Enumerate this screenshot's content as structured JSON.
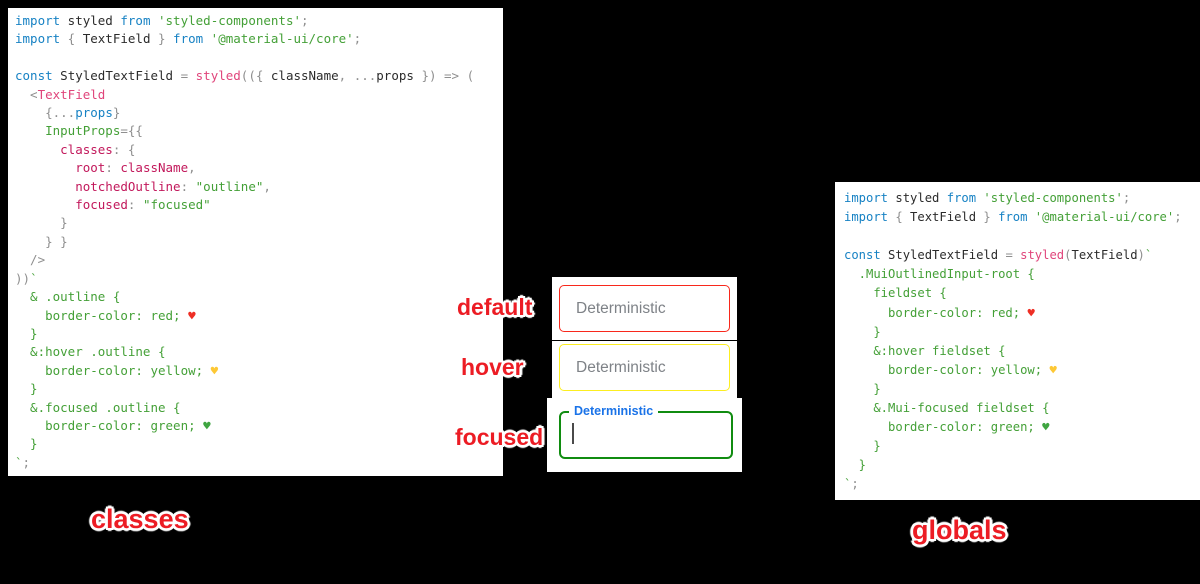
{
  "colors": {
    "background": "#000000",
    "panel_background": "#ffffff",
    "label_red": "#ec1c24",
    "syntax": {
      "k": "#1782c4",
      "s": "#44a037",
      "f": "#e0457b",
      "m": "#c2185b",
      "d": "#2b2b2b",
      "g": "#8f8f8f",
      "hr": "#ee2e24",
      "hy": "#fdc835",
      "hg": "#3fa541"
    }
  },
  "left_panel": {
    "lines": [
      [
        [
          "import",
          "k"
        ],
        [
          " styled ",
          "d"
        ],
        [
          "from",
          "k"
        ],
        [
          " 'styled-components'",
          "s"
        ],
        [
          ";",
          "g"
        ]
      ],
      [
        [
          "import",
          "k"
        ],
        [
          " { ",
          "g"
        ],
        [
          "TextField",
          "d"
        ],
        [
          " } ",
          "g"
        ],
        [
          "from",
          "k"
        ],
        [
          " '@material-ui/core'",
          "s"
        ],
        [
          ";",
          "g"
        ]
      ],
      [],
      [
        [
          "const",
          "k"
        ],
        [
          " StyledTextField ",
          "d"
        ],
        [
          "= ",
          "g"
        ],
        [
          "styled",
          "f"
        ],
        [
          "(({ ",
          "g"
        ],
        [
          "className",
          "d"
        ],
        [
          ", ...",
          "g"
        ],
        [
          "props",
          "d"
        ],
        [
          " }) => (",
          "g"
        ]
      ],
      [
        [
          "  <",
          "g"
        ],
        [
          "TextField",
          "f"
        ]
      ],
      [
        [
          "    {...",
          "g"
        ],
        [
          "props",
          "k"
        ],
        [
          "}",
          "g"
        ]
      ],
      [
        [
          "    InputProps",
          "s"
        ],
        [
          "={{",
          "g"
        ]
      ],
      [
        [
          "      classes",
          "m"
        ],
        [
          ": {",
          "g"
        ]
      ],
      [
        [
          "        root",
          "m"
        ],
        [
          ": ",
          "g"
        ],
        [
          "className",
          "m"
        ],
        [
          ",",
          "g"
        ]
      ],
      [
        [
          "        notchedOutline",
          "m"
        ],
        [
          ": ",
          "g"
        ],
        [
          "\"outline\"",
          "s"
        ],
        [
          ",",
          "g"
        ]
      ],
      [
        [
          "        focused",
          "m"
        ],
        [
          ": ",
          "g"
        ],
        [
          "\"focused\"",
          "s"
        ]
      ],
      [
        [
          "      }",
          "g"
        ]
      ],
      [
        [
          "    } }",
          "g"
        ]
      ],
      [
        [
          "  />",
          "g"
        ]
      ],
      [
        [
          "))",
          "g"
        ],
        [
          "`",
          "s"
        ]
      ],
      [
        [
          "  & .outline {",
          "s"
        ]
      ],
      [
        [
          "    border-color: red; ",
          "s"
        ],
        [
          "♥",
          "hr"
        ]
      ],
      [
        [
          "  }",
          "s"
        ]
      ],
      [
        [
          "  &:hover .outline {",
          "s"
        ]
      ],
      [
        [
          "    border-color: yellow; ",
          "s"
        ],
        [
          "♥",
          "hy"
        ]
      ],
      [
        [
          "  }",
          "s"
        ]
      ],
      [
        [
          "  &.focused .outline {",
          "s"
        ]
      ],
      [
        [
          "    border-color: green; ",
          "s"
        ],
        [
          "♥",
          "hg"
        ]
      ],
      [
        [
          "  }",
          "s"
        ]
      ],
      [
        [
          "`",
          "s"
        ],
        [
          ";",
          "g"
        ]
      ]
    ]
  },
  "right_panel": {
    "lines": [
      [
        [
          "import",
          "k"
        ],
        [
          " styled ",
          "d"
        ],
        [
          "from",
          "k"
        ],
        [
          " 'styled-components'",
          "s"
        ],
        [
          ";",
          "g"
        ]
      ],
      [
        [
          "import",
          "k"
        ],
        [
          " { ",
          "g"
        ],
        [
          "TextField",
          "d"
        ],
        [
          " } ",
          "g"
        ],
        [
          "from",
          "k"
        ],
        [
          " '@material-ui/core'",
          "s"
        ],
        [
          ";",
          "g"
        ]
      ],
      [],
      [
        [
          "const",
          "k"
        ],
        [
          " StyledTextField ",
          "d"
        ],
        [
          "= ",
          "g"
        ],
        [
          "styled",
          "f"
        ],
        [
          "(",
          "g"
        ],
        [
          "TextField",
          "d"
        ],
        [
          ")",
          "g"
        ],
        [
          "`",
          "s"
        ]
      ],
      [
        [
          "  .MuiOutlinedInput-root {",
          "s"
        ]
      ],
      [
        [
          "    fieldset {",
          "s"
        ]
      ],
      [
        [
          "      border-color: red; ",
          "s"
        ],
        [
          "♥",
          "hr"
        ]
      ],
      [
        [
          "    }",
          "s"
        ]
      ],
      [
        [
          "    &:hover fieldset {",
          "s"
        ]
      ],
      [
        [
          "      border-color: yellow; ",
          "s"
        ],
        [
          "♥",
          "hy"
        ]
      ],
      [
        [
          "    }",
          "s"
        ]
      ],
      [
        [
          "    &.Mui-focused fieldset {",
          "s"
        ]
      ],
      [
        [
          "      border-color: green; ",
          "s"
        ],
        [
          "♥",
          "hg"
        ]
      ],
      [
        [
          "    }",
          "s"
        ]
      ],
      [
        [
          "  }",
          "s"
        ]
      ],
      [
        [
          "`",
          "s"
        ],
        [
          ";",
          "g"
        ]
      ]
    ]
  },
  "textfields": {
    "default": {
      "state_label": "default",
      "placeholder": "Deterministic",
      "border_color": "#f8281c"
    },
    "hover": {
      "state_label": "hover",
      "placeholder": "Deterministic",
      "border_color": "#fcee21"
    },
    "focused": {
      "state_label": "focused",
      "floating_label": "Deterministic",
      "border_color": "#108c10",
      "label_color": "#1a73e8"
    }
  },
  "captions": {
    "classes": "classes",
    "globals": "globals"
  }
}
